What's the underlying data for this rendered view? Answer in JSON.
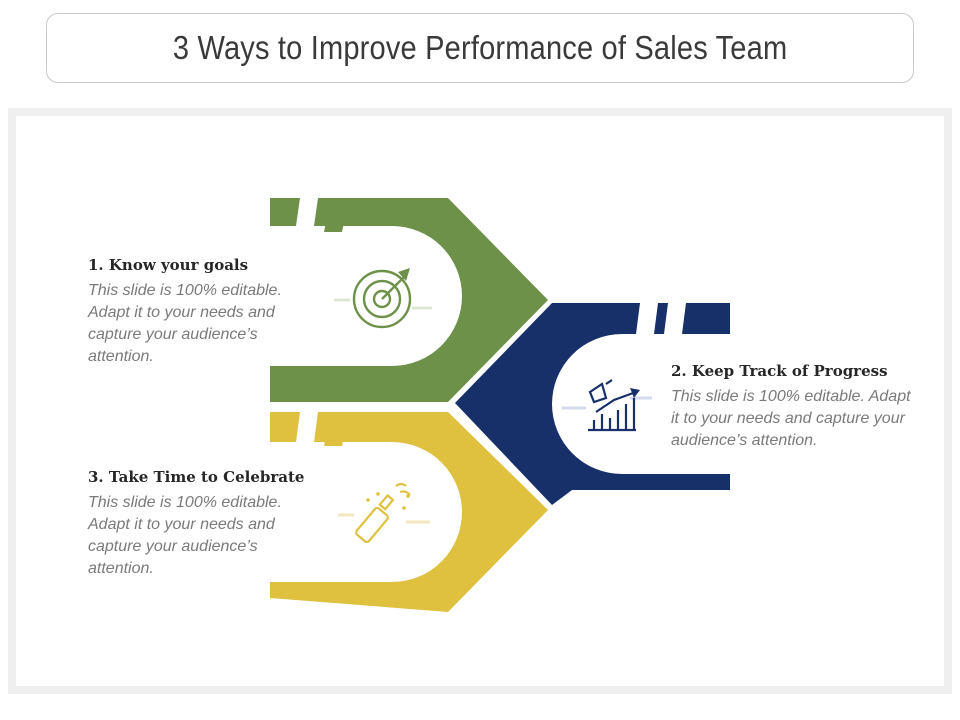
{
  "title": "3 Ways to Improve Performance of Sales Team",
  "colors": {
    "green": "#6E9149",
    "navy": "#17306A",
    "yellow": "#DFC13F",
    "text_dark": "#262626",
    "text_gray": "#7A7A7A"
  },
  "steps": [
    {
      "title": "1. Know your goals",
      "description": "This slide is 100% editable. Adapt it to your needs and capture your audience’s attention.",
      "icon": "target-icon",
      "color": "#6E9149"
    },
    {
      "title": "2. Keep Track of Progress",
      "description": "This slide is 100% editable. Adapt it to your needs and capture your audience’s attention.",
      "icon": "growth-chart-icon",
      "color": "#17306A"
    },
    {
      "title": "3. Take Time to Celebrate",
      "description": "This slide is 100% editable. Adapt it to your needs and capture your audience’s attention.",
      "icon": "champagne-icon",
      "color": "#DFC13F"
    }
  ]
}
